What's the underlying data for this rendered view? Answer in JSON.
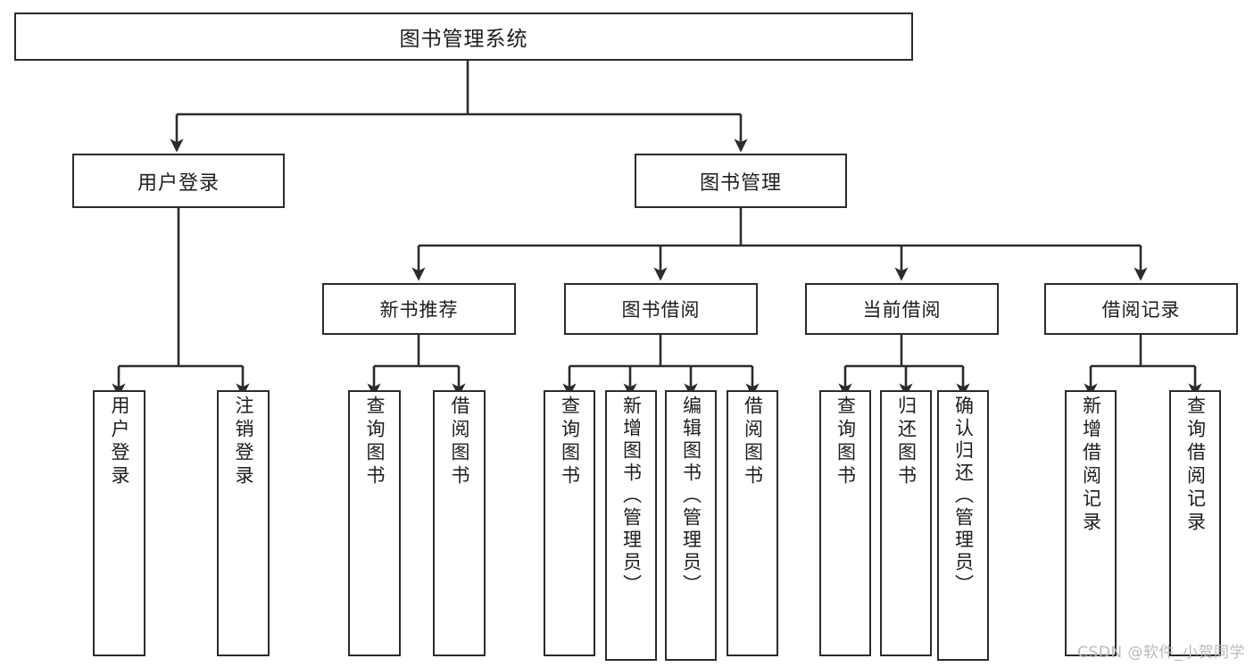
{
  "diagram": {
    "title": "图书管理系统",
    "type": "tree",
    "watermark": "CSDN @软件_小贺同学",
    "colors": {
      "stroke": "#2b2b2b",
      "fill": "#ffffff",
      "text": "#1d1d1d",
      "watermark": "#b9b9b9"
    },
    "nodes": {
      "root": {
        "label": "图书管理系统"
      },
      "level1": [
        {
          "label": "用户登录"
        },
        {
          "label": "图书管理"
        }
      ],
      "level2": [
        {
          "label": "新书推荐"
        },
        {
          "label": "图书借阅"
        },
        {
          "label": "当前借阅"
        },
        {
          "label": "借阅记录"
        }
      ],
      "leaves": {
        "user_login": [
          {
            "label": "用户登录"
          },
          {
            "label": "注销登录"
          }
        ],
        "new_book": [
          {
            "label": "查询图书"
          },
          {
            "label": "借阅图书"
          }
        ],
        "book_borrow": [
          {
            "label": "查询图书"
          },
          {
            "label": "新增图书（管理员）"
          },
          {
            "label": "编辑图书（管理员）"
          },
          {
            "label": "借阅图书"
          }
        ],
        "current_borrow": [
          {
            "label": "查询图书"
          },
          {
            "label": "归还图书"
          },
          {
            "label": "确认归还（管理员）"
          }
        ],
        "borrow_record": [
          {
            "label": "新增借阅记录"
          },
          {
            "label": "查询借阅记录"
          }
        ]
      }
    }
  }
}
